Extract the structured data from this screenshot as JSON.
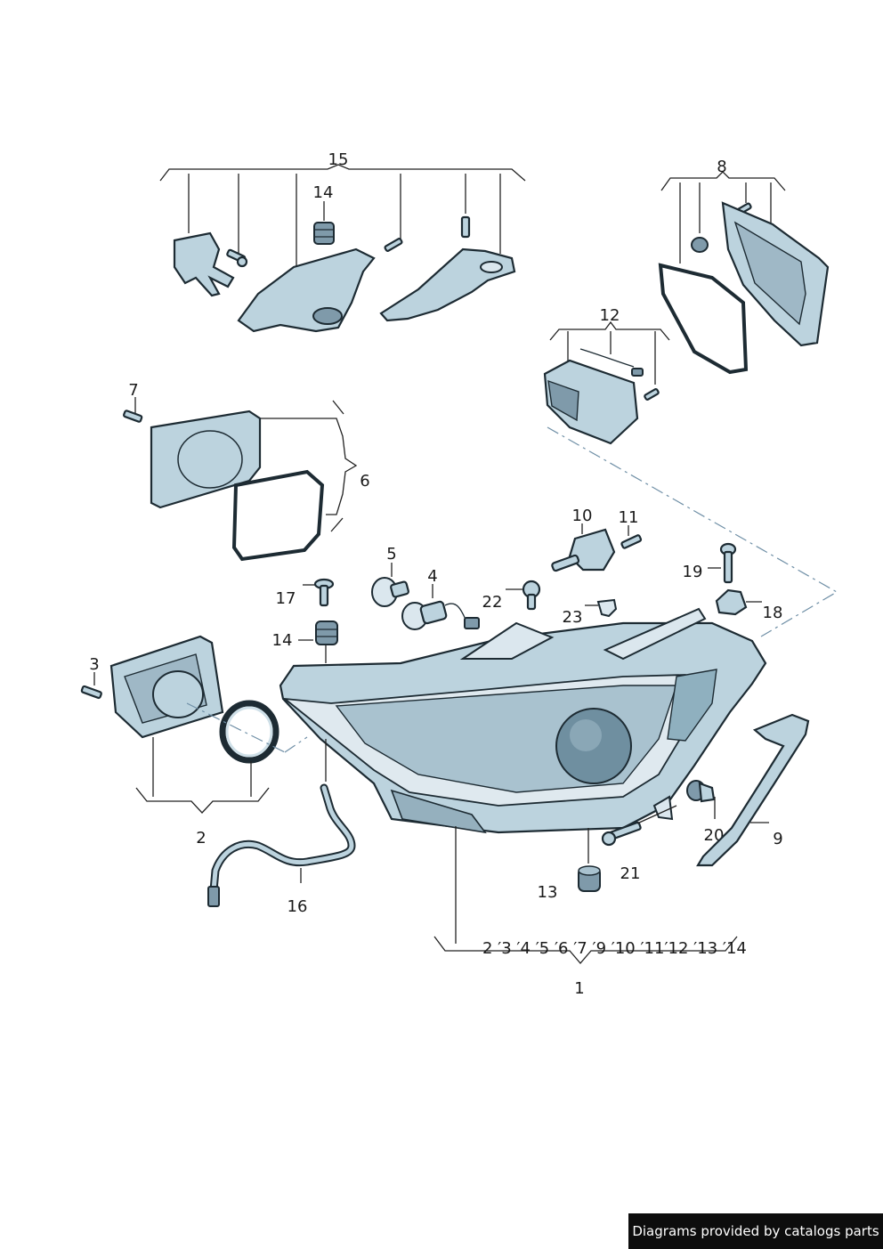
{
  "callouts": {
    "c1": "1",
    "c2": "2",
    "c3": "3",
    "c4": "4",
    "c5": "5",
    "c6": "6",
    "c7": "7",
    "c8": "8",
    "c9": "9",
    "c10": "10",
    "c11": "11",
    "c12": "12",
    "c13": "13",
    "c14a": "14",
    "c14b": "14",
    "c15": "15",
    "c16": "16",
    "c17": "17",
    "c18": "18",
    "c19": "19",
    "c20": "20",
    "c21": "21",
    "c22": "22",
    "c23": "23"
  },
  "assembly_list": "2 ′3 ′4 ′5 ′6 ′7 ′9 ′10 ′11′12 ′13 ′14",
  "footer": {
    "credit": "Diagrams provided by catalogs parts"
  },
  "colors": {
    "part_fill": "#bcd3de",
    "outline": "#1d2b33",
    "dash_line": "#6f8fa6",
    "footer_bg": "#0d0d0d"
  }
}
